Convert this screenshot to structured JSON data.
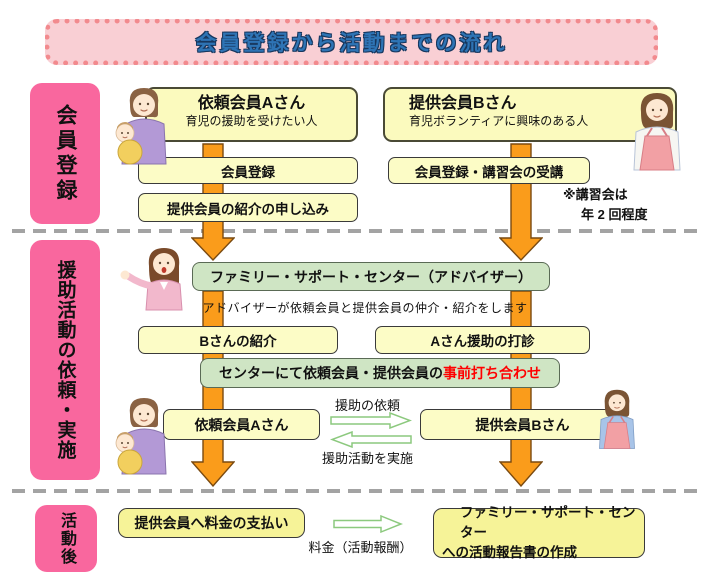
{
  "title": "会員登録から活動までの流れ",
  "sections": {
    "registration": "会員登録",
    "activity": "援助活動の依頼・実施",
    "after": "活動後"
  },
  "members": {
    "a": {
      "name": "依頼会員Aさん",
      "desc": "育児の援助を受けたい人"
    },
    "b": {
      "name": "提供会員Bさん",
      "desc": "育児ボランティアに興味のある人"
    }
  },
  "boxes": {
    "register_a": "会員登録",
    "apply_intro": "提供会員の紹介の申し込み",
    "register_b": "会員登録・講習会の受講",
    "center": "ファミリー・サポート・センター（アドバイザー）",
    "intro_b": "Bさんの紹介",
    "sound_a": "Aさん援助の打診",
    "meeting_prefix": "センターにて依頼会員・提供会員の",
    "meeting_highlight": "事前打ち合わせ",
    "member_a2": "依頼会員Aさん",
    "member_b2": "提供会員Bさん",
    "payment": "提供会員へ料金の支払い",
    "report_line1": "ファミリー・サポート・センター",
    "report_line2": "への活動報告書の作成"
  },
  "captions": {
    "advisor": "アドバイザーが依頼会員と提供会員の仲介・紹介をします",
    "seminar_line1": "※講習会は",
    "seminar_line2": "年 2 回程度"
  },
  "arrow_labels": {
    "request": "援助の依頼",
    "implement": "援助活動を実施",
    "fee": "料金（活動報酬）"
  },
  "colors": {
    "banner_bg": "#f9cfd4",
    "banner_dots": "#f28a8e",
    "title_blue": "#2e74b5",
    "section_pink": "#f9679e",
    "box_yellow": "#fcfcc6",
    "box_yellow_deep": "#f6f398",
    "box_green": "#cfe5c4",
    "arrow_orange": "#fa9c1b",
    "arrow_green_outline": "#8cc97e",
    "highlight_red": "#ff0000"
  }
}
